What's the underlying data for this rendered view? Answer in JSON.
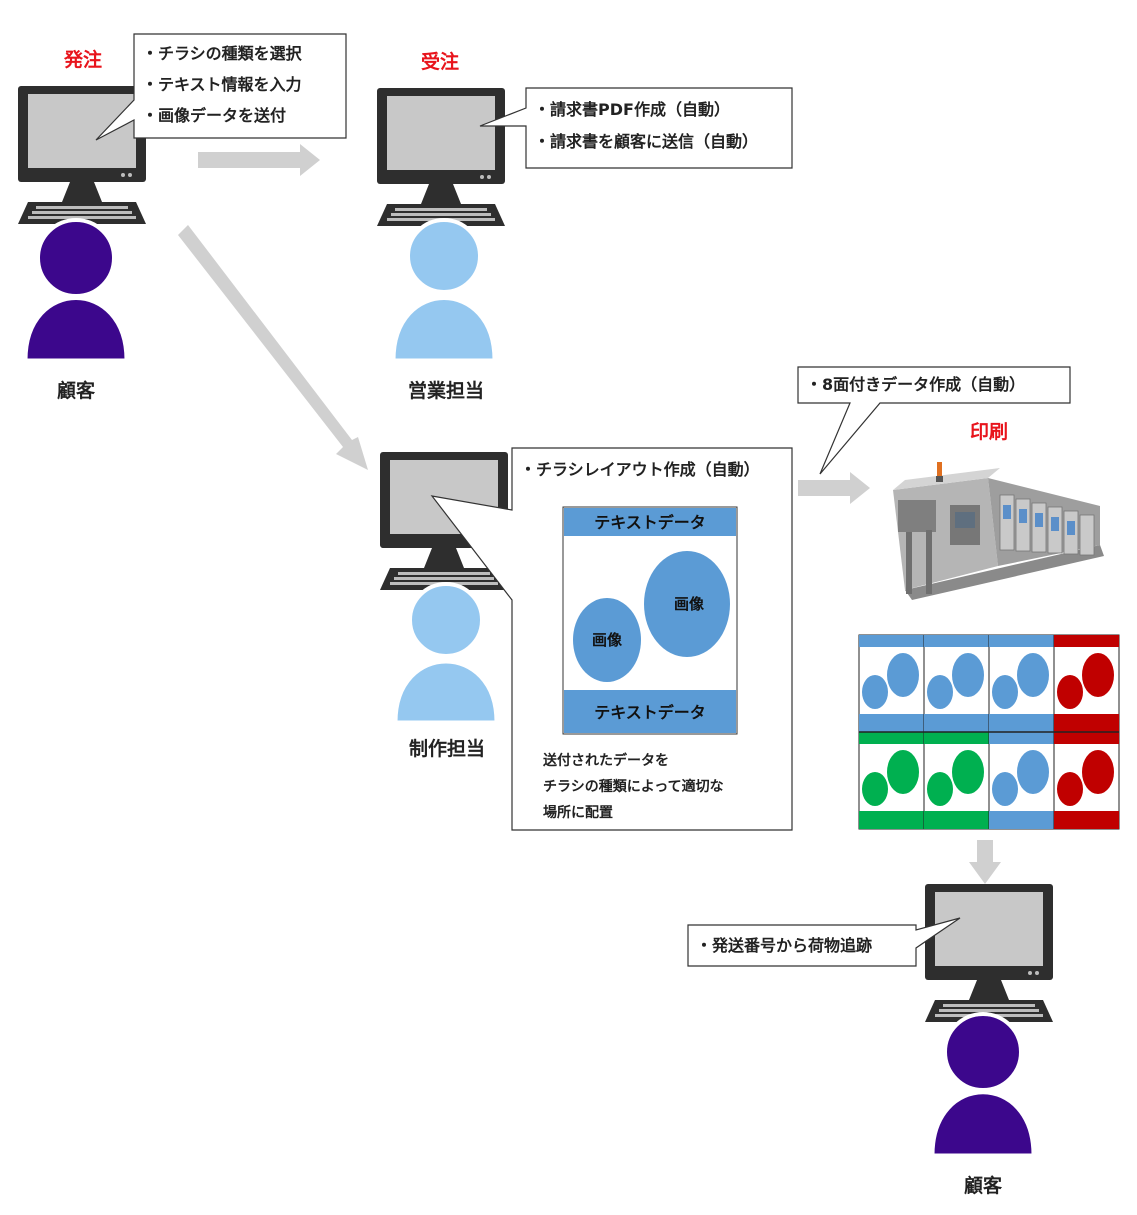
{
  "colors": {
    "red_label": "#e8141c",
    "customer_person": "#3c078c",
    "staff_person": "#95c8f0",
    "arrow_gray": "#d0d0d0",
    "blue": "#5b9bd5",
    "red": "#c00000",
    "green": "#00b050",
    "monitor_frame": "#2e2e2e",
    "monitor_screen": "#c8c8c8"
  },
  "labels": {
    "order": "発注",
    "receive": "受注",
    "print": "印刷",
    "customer_top": "顧客",
    "sales": "営業担当",
    "production": "制作担当",
    "customer_bottom": "顧客"
  },
  "callouts": {
    "customer_lines": [
      "・チラシの種類を選択",
      "・テキスト情報を入力",
      "・画像データを送付"
    ],
    "sales_lines": [
      "・請求書PDF作成（自動）",
      "・請求書を顧客に送信（自動）"
    ],
    "imposition": "・8面付きデータ作成（自動）",
    "layout_title": "・チラシレイアウト作成（自動）",
    "layout_note": [
      "送付されたデータを",
      "チラシの種類によって適切な",
      "場所に配置"
    ],
    "tracking": "・発送番号から荷物追跡"
  },
  "flyer": {
    "top_text": "テキストデータ",
    "bottom_text": "テキストデータ",
    "image_left": "画像",
    "image_right": "画像"
  },
  "sheet": {
    "rows": [
      [
        "blue",
        "blue",
        "blue",
        "red"
      ],
      [
        "green",
        "green",
        "blue",
        "red"
      ]
    ]
  },
  "icons": [
    "monitor-keyboard-icon",
    "person-icon",
    "printing-press-icon",
    "arrow-icon"
  ]
}
